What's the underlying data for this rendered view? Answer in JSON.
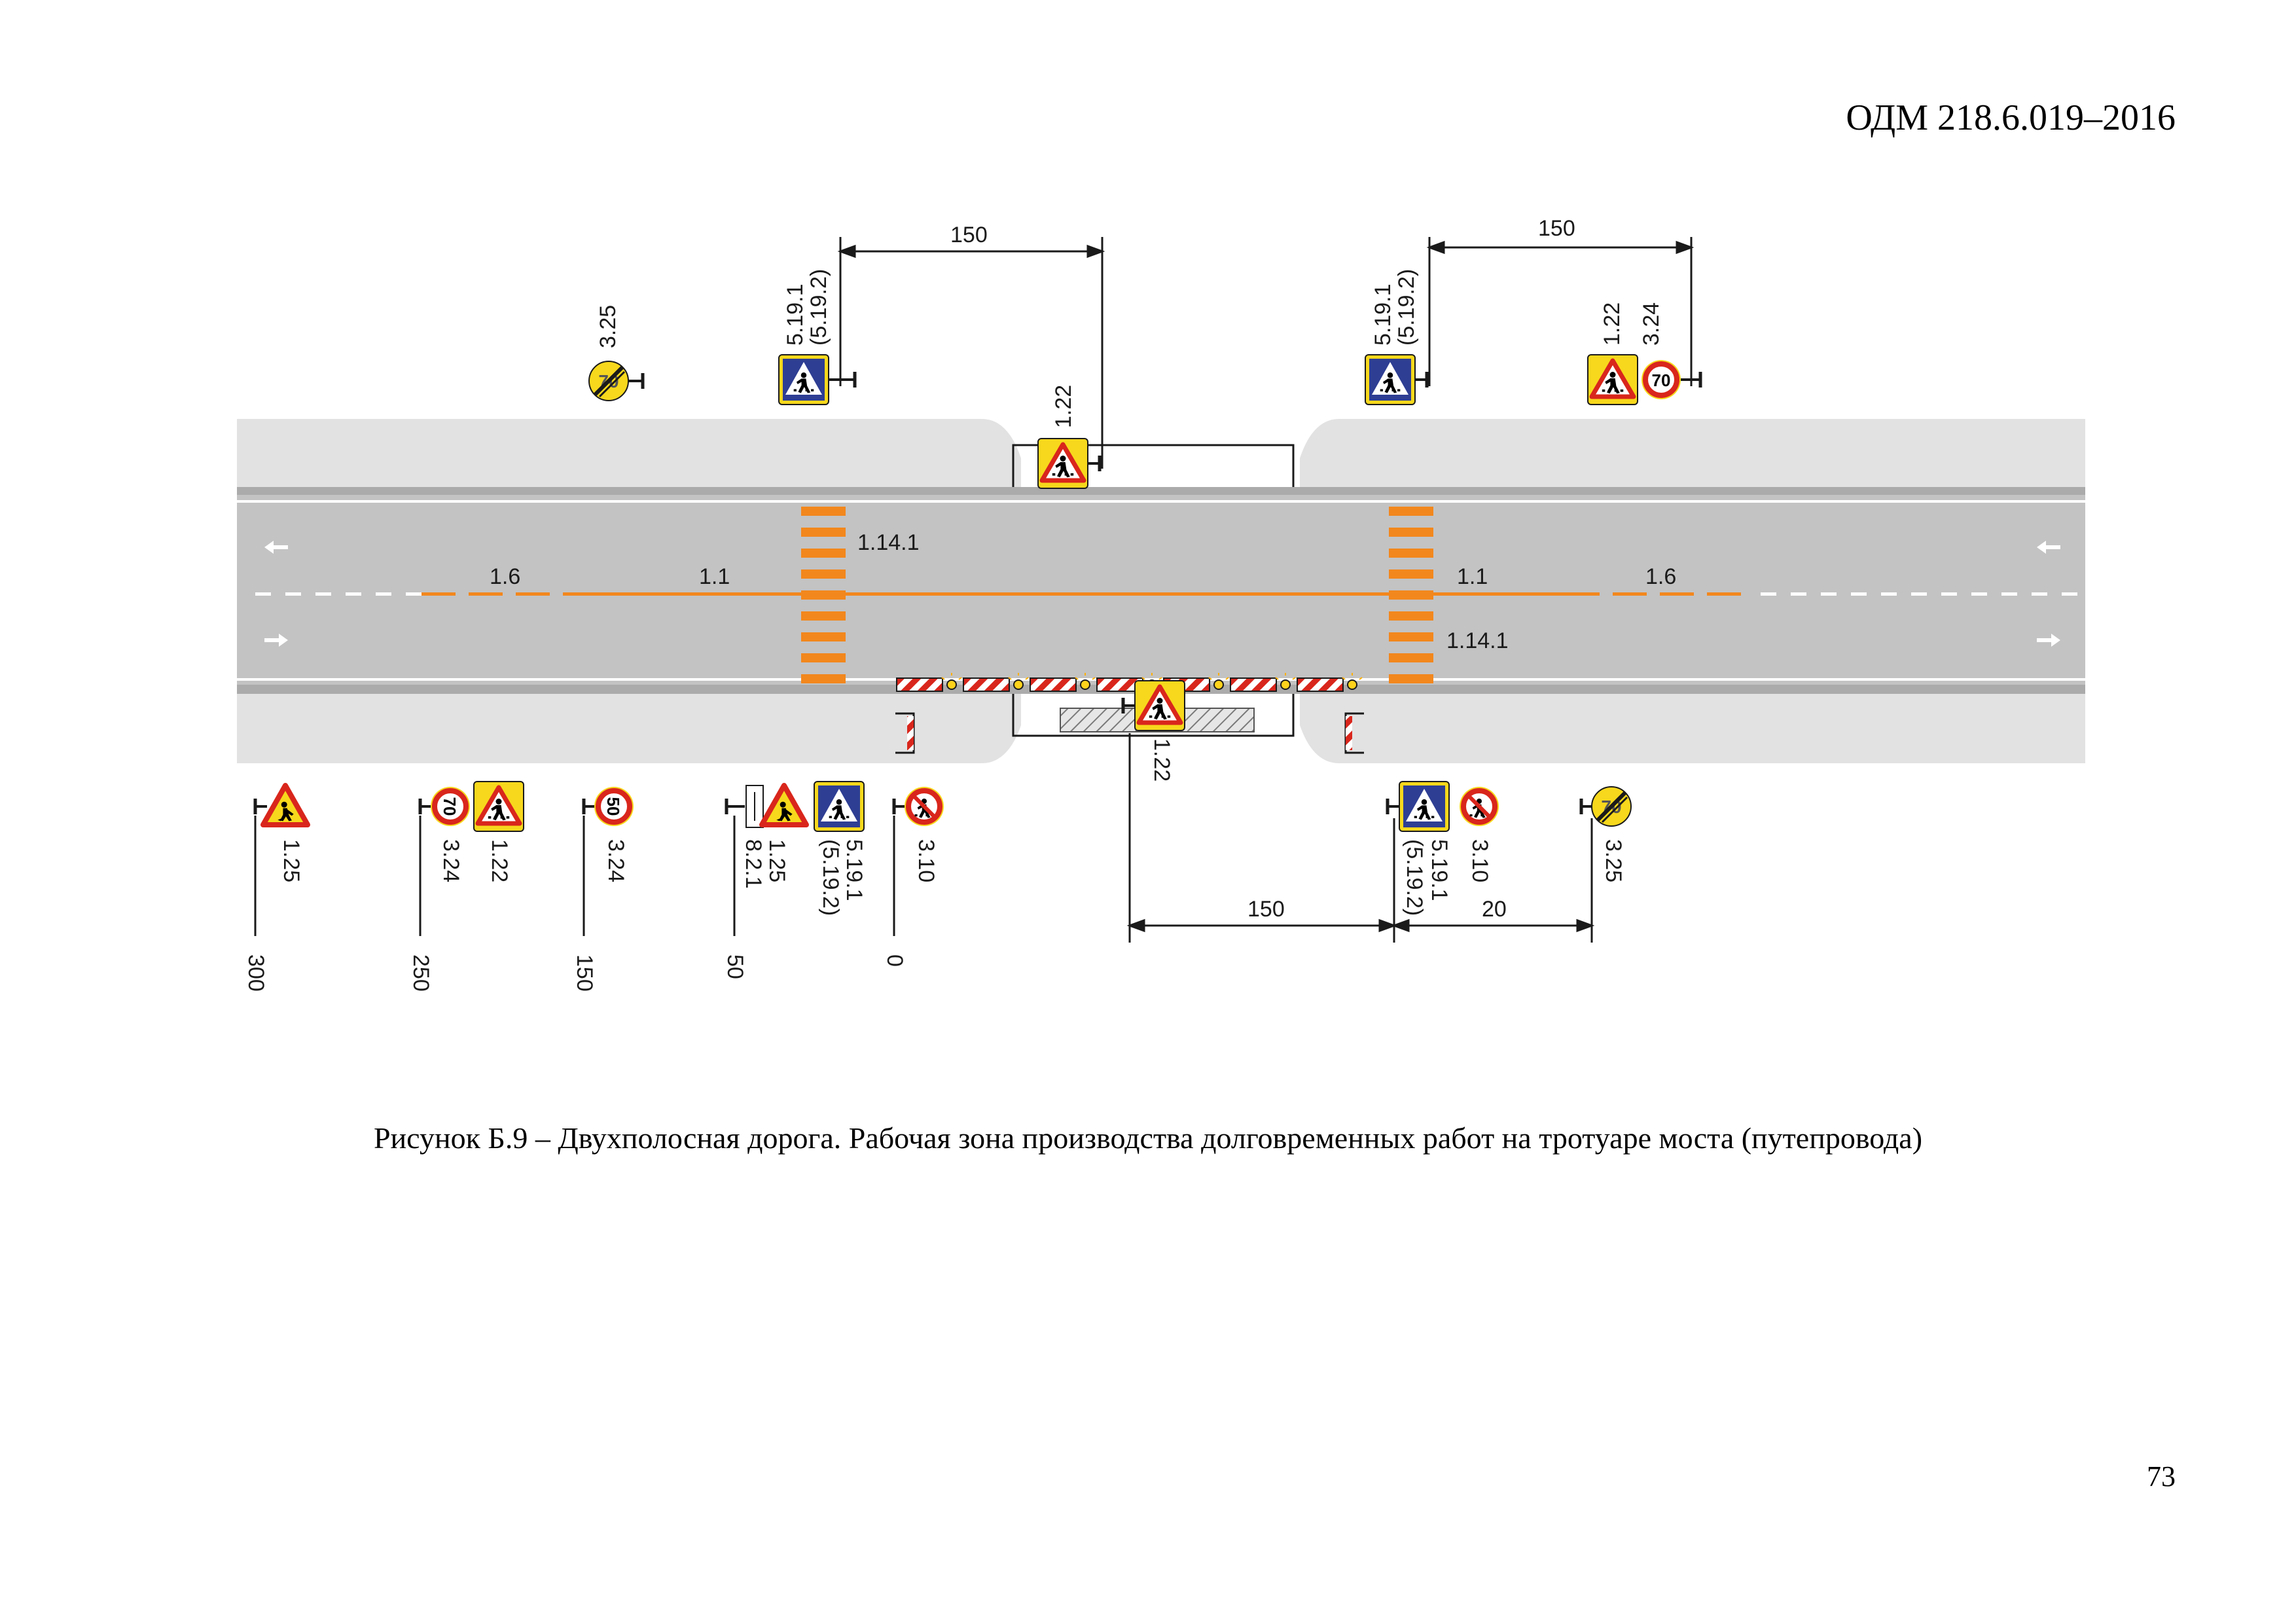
{
  "header": {
    "document_code": "ОДМ 218.6.019–2016"
  },
  "caption": {
    "text": "Рисунок Б.9 – Двухполосная дорога. Рабочая зона производства долговременных работ на тротуаре моста (путепровода)"
  },
  "page_number": "73",
  "diagram": {
    "colors": {
      "road": "#c3c3c3",
      "sidewalk": "#e2e2e2",
      "marking_orange": "#f2871d",
      "barrier_red": "#d9261c",
      "sign_yellow": "#f7d81c",
      "sign_blue": "#2e3e93",
      "hatch": "#7a7a7a"
    },
    "road_markings": {
      "left_dashed": "1.6",
      "left_solid": "1.1",
      "right_solid": "1.1",
      "right_dashed": "1.6",
      "crosswalk_left": "1.14.1",
      "crosswalk_right": "1.14.1"
    },
    "top_signs": [
      {
        "id": "3.25",
        "label": "3.25",
        "icon": "end-restrictions-sign"
      },
      {
        "id": "5.19.1-left",
        "label": "5.19.1",
        "label2": "(5.19.2)",
        "icon": "pedestrian-crossing-blue-sign"
      },
      {
        "id": "1.22-work",
        "label": "1.22",
        "icon": "pedestrian-crossing-warning-sign"
      },
      {
        "id": "5.19.1-right",
        "label": "5.19.1",
        "label2": "(5.19.2)",
        "icon": "pedestrian-crossing-blue-sign"
      },
      {
        "id": "1.22-right",
        "label": "1.22",
        "icon": "pedestrian-crossing-warning-sign"
      },
      {
        "id": "3.24-right",
        "label": "3.24",
        "value": "70",
        "icon": "speed-limit-sign"
      }
    ],
    "bottom_signs": [
      {
        "id": "1.25",
        "label": "1.25",
        "icon": "road-works-sign"
      },
      {
        "id": "3.24-70",
        "label": "3.24",
        "value": "70",
        "icon": "speed-limit-sign"
      },
      {
        "id": "1.22-bottom",
        "label": "1.22",
        "icon": "pedestrian-crossing-warning-sign"
      },
      {
        "id": "3.24-50",
        "label": "3.24",
        "value": "50",
        "icon": "speed-limit-sign"
      },
      {
        "id": "1.25-8.2.1",
        "label": "1.25",
        "label2": "8.2.1",
        "icon": "road-works-sign"
      },
      {
        "id": "5.19.1-bottom-left",
        "label": "5.19.1",
        "label2": "(5.19.2)",
        "icon": "pedestrian-crossing-blue-sign"
      },
      {
        "id": "3.10-left",
        "label": "3.10",
        "icon": "no-pedestrians-sign"
      },
      {
        "id": "1.22-work-bottom",
        "label": "1.22",
        "icon": "pedestrian-crossing-warning-sign"
      },
      {
        "id": "5.19.1-bottom-right",
        "label": "5.19.1",
        "label2": "(5.19.2)",
        "icon": "pedestrian-crossing-blue-sign"
      },
      {
        "id": "3.10-right",
        "label": "3.10",
        "icon": "no-pedestrians-sign"
      },
      {
        "id": "3.25-bottom",
        "label": "3.25",
        "icon": "end-restrictions-sign"
      }
    ],
    "distance_marks": [
      "300",
      "250",
      "150",
      "50",
      "0"
    ],
    "dimensions": {
      "top_left": "150",
      "top_right": "150",
      "bottom_middle": "150",
      "bottom_right": "20"
    }
  }
}
